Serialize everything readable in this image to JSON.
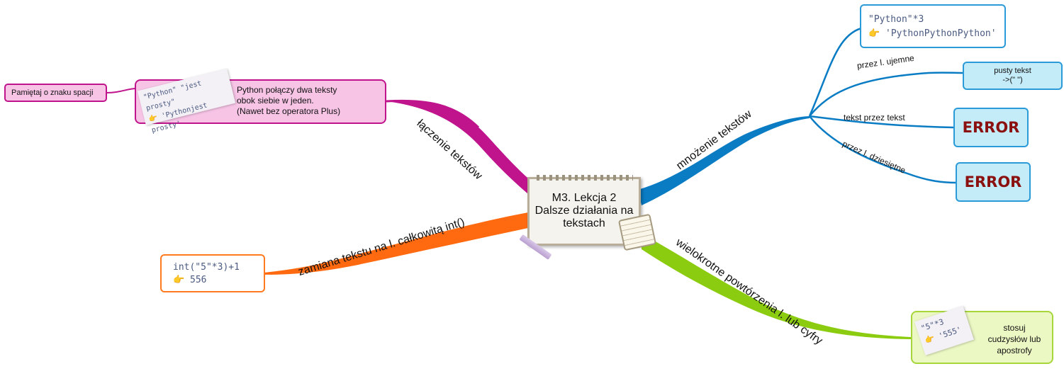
{
  "center": {
    "line1": "M3. Lekcja 2",
    "line2": "Dalsze działania na",
    "line3": "tekstach"
  },
  "branches": {
    "join": {
      "label": "łączenie tekstów",
      "color": "#c0148c"
    },
    "multiply": {
      "label": "mnożenie tekstów",
      "color": "#0a7cc4"
    },
    "convert": {
      "label": "zamiana tekstu na l. całkowitą int()",
      "color": "#ff6a10"
    },
    "repeat": {
      "label": "wielokrotne powtórzenia l. lub cyfry",
      "color": "#8ccc10"
    }
  },
  "join_node": {
    "text1": "Python połączy dwa teksty",
    "text2": "obok siebie w jeden.",
    "text3": "(Nawet bez operatora Plus)",
    "code1": "\"Python\" \"jest prosty\"",
    "code2": "'Pythonjest prosty'"
  },
  "remember_node": {
    "text": "Pamiętaj o znaku spacji"
  },
  "mult_example": {
    "code1": "\"Python\"*3",
    "code2": "'PythonPythonPython'"
  },
  "mult_sub": [
    {
      "edge": "przez l. ujemne",
      "text1": "pusty tekst",
      "text2": "->(\" \")"
    },
    {
      "edge": "tekst przez tekst",
      "result": "ERROR"
    },
    {
      "edge": "przez l. dziesiętne",
      "result": "ERROR"
    }
  ],
  "convert_node": {
    "code1": "int(\"5\"*3)+1",
    "code2": "556"
  },
  "repeat_node": {
    "code1": "\"5\"*3",
    "code2": "'555'",
    "text1": "stosuj",
    "text2": "cudzysłów lub",
    "text3": "apostrofy"
  },
  "icons": {
    "thumb": "👉",
    "center_decor": "notepad-icon",
    "pencil": "pencil-icon",
    "clipboard": "clipboard-icon"
  }
}
